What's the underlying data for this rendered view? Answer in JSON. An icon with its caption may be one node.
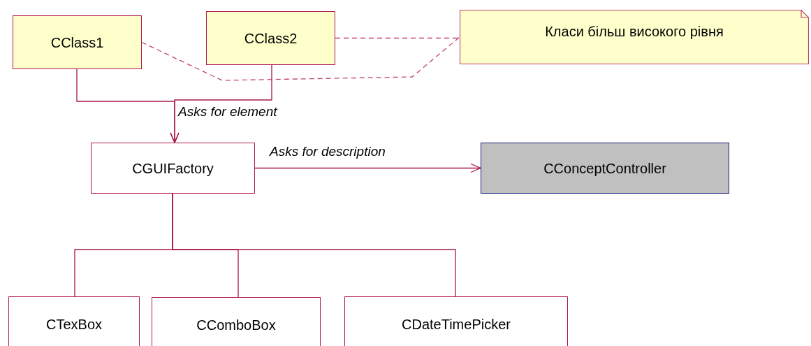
{
  "diagram": {
    "nodes": [
      {
        "text": [
          "CClass1"
        ]
      },
      {
        "text": [
          "CClass2"
        ]
      },
      {
        "text": [
          "Класи більш високого рівня"
        ]
      },
      {
        "text": [
          "CGUIFactory"
        ]
      },
      {
        "text": [
          "CConceptController"
        ]
      },
      {
        "text": [
          "CTexBox"
        ]
      },
      {
        "text": [
          "CComboBox"
        ]
      },
      {
        "text": [
          "CDateTimePicker"
        ]
      }
    ],
    "edges": [
      {
        "from": 0,
        "to": 3,
        "arrow": "to"
      },
      {
        "from": 1,
        "to": 3,
        "arrow": "to",
        "label": "Asks for element"
      },
      {
        "from": 0,
        "to": 2,
        "arrow": "none",
        "style": "dashed"
      },
      {
        "from": 1,
        "to": 2,
        "arrow": "none",
        "style": "dashed"
      },
      {
        "from": 3,
        "to": 4,
        "arrow": "to",
        "label": "Asks for description"
      },
      {
        "from": 3,
        "to": 5,
        "arrow": "none"
      },
      {
        "from": 3,
        "to": 6,
        "arrow": "none"
      },
      {
        "from": 3,
        "to": 7,
        "arrow": "none"
      }
    ]
  }
}
